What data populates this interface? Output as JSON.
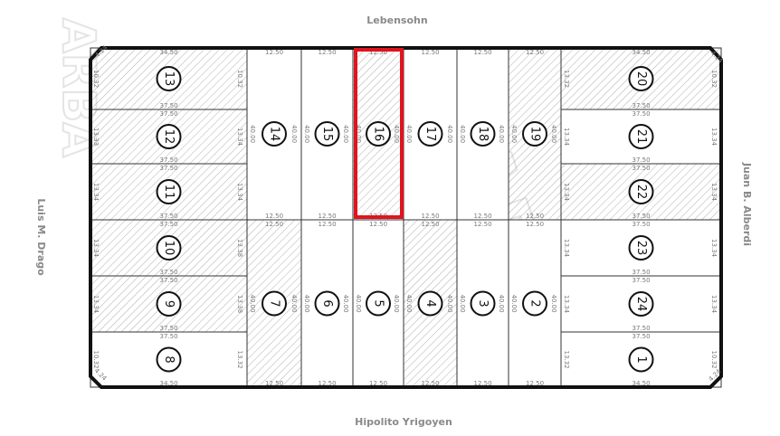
{
  "streets": {
    "top": "Lebensohn",
    "bottom": "Hipolito Yrigoyen",
    "left": "Luis M. Drago",
    "right": "Juan B. Alberdi"
  },
  "watermark": [
    "ARBA",
    "AGENCIA DE RECAUDACIÓN PROVINCIA DE BUENOS AIRES"
  ],
  "highlight_color": "#e0141e",
  "selected_lot": "16",
  "chamfer_dim": "4.24",
  "lots": [
    {
      "id": "13",
      "hatched": true,
      "top": "34.50",
      "bottom": "37.50",
      "left": "10.32",
      "right": "10.32"
    },
    {
      "id": "12",
      "hatched": true,
      "top": "37.50",
      "bottom": "37.50",
      "left": "13.33",
      "right": "13.34"
    },
    {
      "id": "11",
      "hatched": true,
      "top": "37.50",
      "bottom": "37.50",
      "left": "13.34",
      "right": "13.34"
    },
    {
      "id": "10",
      "hatched": true,
      "top": "37.50",
      "bottom": "37.50",
      "left": "13.34",
      "right": "13.38"
    },
    {
      "id": "9",
      "hatched": true,
      "top": "37.50",
      "bottom": "37.50",
      "left": "13.34",
      "right": "13.38"
    },
    {
      "id": "8",
      "hatched": false,
      "top": "37.50",
      "bottom": "34.50",
      "left": "10.32",
      "right": "13.32"
    },
    {
      "id": "14",
      "hatched": false,
      "top": "12.50",
      "bottom": "12.50",
      "left": "40.00",
      "right": "40.00"
    },
    {
      "id": "15",
      "hatched": false,
      "top": "12.50",
      "bottom": "12.50",
      "left": "40.00",
      "right": "40.00"
    },
    {
      "id": "16",
      "hatched": true,
      "top": "12.50",
      "bottom": "12.50",
      "left": "40.00",
      "right": "40.00"
    },
    {
      "id": "17",
      "hatched": false,
      "top": "12.50",
      "bottom": "12.50",
      "left": "40.00",
      "right": "40.00"
    },
    {
      "id": "18",
      "hatched": false,
      "top": "12.50",
      "bottom": "12.50",
      "left": "40.00",
      "right": "40.00"
    },
    {
      "id": "19",
      "hatched": true,
      "top": "12.50",
      "bottom": "12.50",
      "left": "40.00",
      "right": "40.00"
    },
    {
      "id": "7",
      "hatched": true,
      "top": "12.50",
      "bottom": "12.50",
      "left": "40.00",
      "right": "40.00"
    },
    {
      "id": "6",
      "hatched": false,
      "top": "12.50",
      "bottom": "12.50",
      "left": "40.00",
      "right": "40.00"
    },
    {
      "id": "5",
      "hatched": false,
      "top": "12.50",
      "bottom": "12.50",
      "left": "40.00",
      "right": "40.00"
    },
    {
      "id": "4",
      "hatched": true,
      "top": "12.50",
      "bottom": "12.50",
      "left": "40.00",
      "right": "40.00"
    },
    {
      "id": "3",
      "hatched": false,
      "top": "12.50",
      "bottom": "12.50",
      "left": "40.00",
      "right": "40.00"
    },
    {
      "id": "2",
      "hatched": false,
      "top": "12.50",
      "bottom": "12.50",
      "left": "40.00",
      "right": "40.00"
    },
    {
      "id": "20",
      "hatched": true,
      "top": "34.50",
      "bottom": "37.50",
      "left": "13.32",
      "right": "10.32"
    },
    {
      "id": "21",
      "hatched": false,
      "top": "37.50",
      "bottom": "37.50",
      "left": "13.34",
      "right": "13.34"
    },
    {
      "id": "22",
      "hatched": true,
      "top": "37.50",
      "bottom": "37.50",
      "left": "13.34",
      "right": "13.34"
    },
    {
      "id": "23",
      "hatched": false,
      "top": "37.50",
      "bottom": "37.50",
      "left": "13.34",
      "right": "13.34"
    },
    {
      "id": "24",
      "hatched": false,
      "top": "37.50",
      "bottom": "37.50",
      "left": "13.34",
      "right": "13.34"
    },
    {
      "id": "1",
      "hatched": false,
      "top": "37.50",
      "bottom": "34.50",
      "left": "13.32",
      "right": "10.32"
    }
  ]
}
